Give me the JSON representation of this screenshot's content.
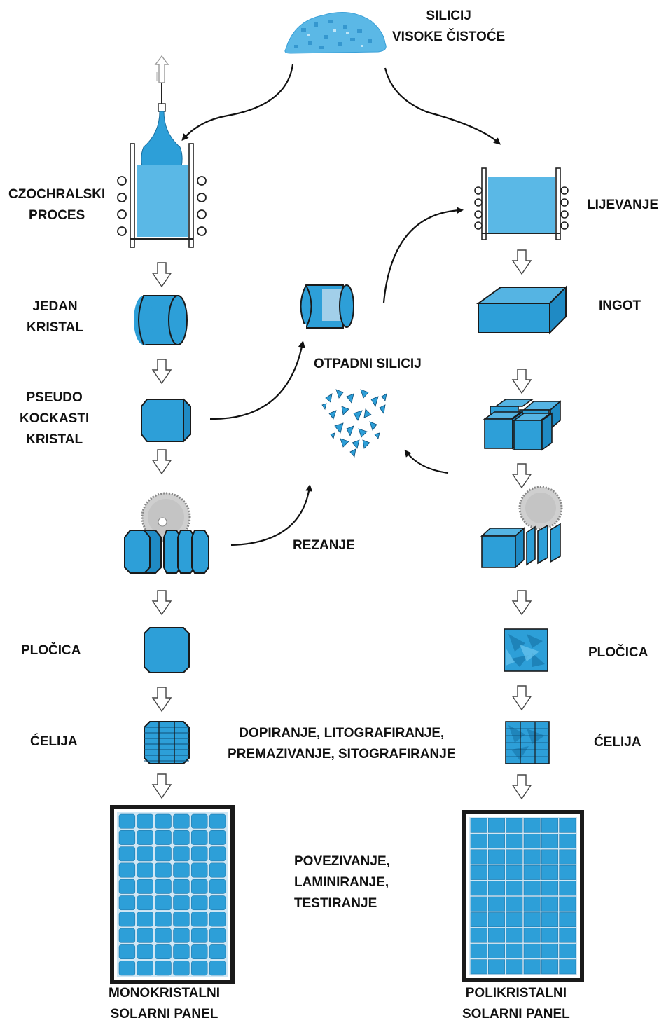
{
  "colors": {
    "accent": "#2d9fd8",
    "accent_dark": "#1c7fb4",
    "outline": "#1a1a1a",
    "arrow_fill": "#ffffff",
    "text": "#111111"
  },
  "source": {
    "line1": "SILICIJ",
    "line2": "VISOKE ČISTOĆE"
  },
  "mono": {
    "process": {
      "line1": "CZOCHRALSKI",
      "line2": "PROCES"
    },
    "crystal": {
      "line1": "JEDAN",
      "line2": "KRISTAL"
    },
    "pseudo": {
      "line1": "PSEUDO",
      "line2": "KOCKASTI",
      "line3": "KRISTAL"
    },
    "wafer": "PLOČICA",
    "cell": "ĆELIJA",
    "panel": {
      "line1": "MONOKRISTALNI",
      "line2": "SOLARNI PANEL"
    }
  },
  "poly": {
    "process": "LIJEVANJE",
    "ingot": "INGOT",
    "wafer": "PLOČICA",
    "cell": "ĆELIJA",
    "panel": {
      "line1": "POLIKRISTALNI",
      "line2": "SOLARNI PANEL"
    }
  },
  "middle": {
    "waste": "OTPADNI SILICIJ",
    "cutting": "REZANJE",
    "cell_steps": {
      "line1": "DOPIRANJE, LITOGRAFIRANJE,",
      "line2": "PREMAZIVANJE, SITOGRAFIRANJE"
    },
    "panel_steps": {
      "line1": "POVEZIVANJE,",
      "line2": "LAMINIRANJE,",
      "line3": "TESTIRANJE"
    }
  }
}
